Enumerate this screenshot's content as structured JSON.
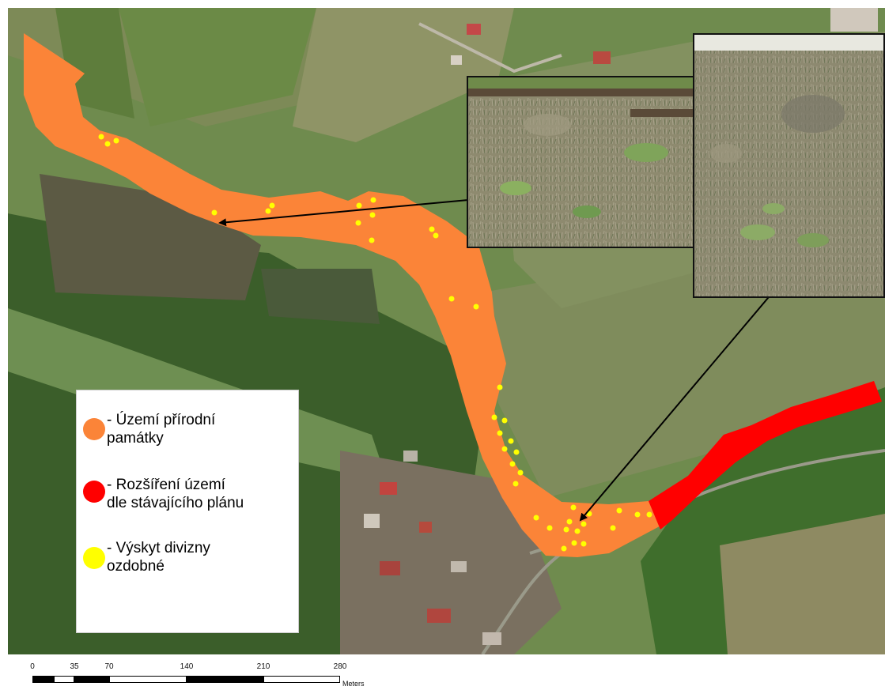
{
  "legend": {
    "items": [
      {
        "label": "- Území přírodní\npamátky",
        "color": "#fb8438"
      },
      {
        "label": "- Rozšíření území\ndle stávajícího plánu",
        "color": "#ff0000"
      },
      {
        "label": "- Výskyt divizny\nozdobné",
        "color": "#ffff00"
      }
    ]
  },
  "scale": {
    "ticks": [
      "0",
      "35",
      "70",
      "140",
      "210",
      "280"
    ],
    "unit": "Meters"
  },
  "colors": {
    "protected_area": "#fb8438",
    "extension_area": "#ff0000",
    "occurrence_point": "#ffff00",
    "arrow": "#000000"
  }
}
